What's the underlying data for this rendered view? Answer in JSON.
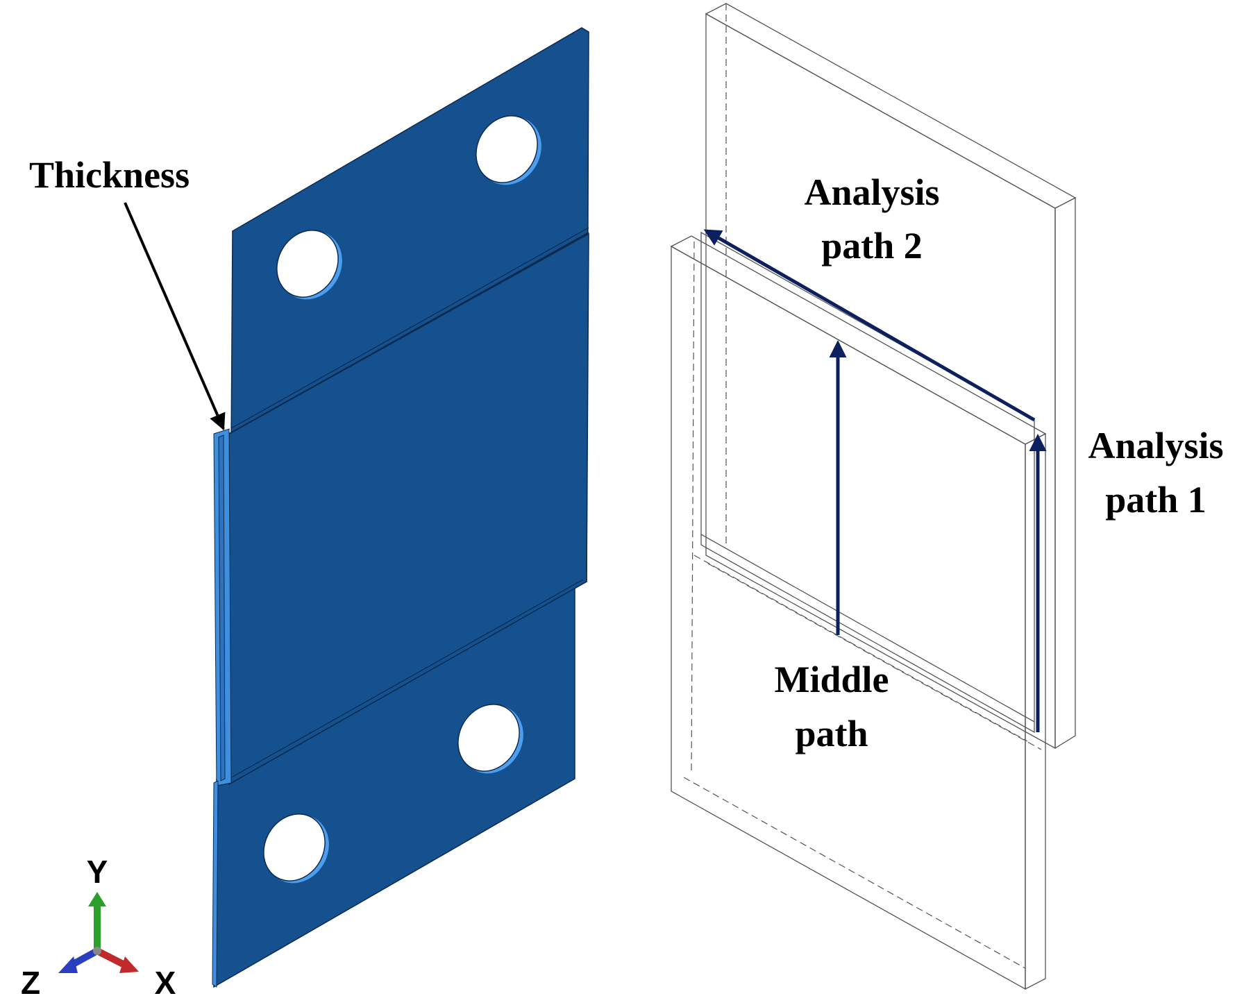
{
  "labels": {
    "thickness": "Thickness",
    "analysis_path_2_line1": "Analysis",
    "analysis_path_2_line2": "path 2",
    "analysis_path_1_line1": "Analysis",
    "analysis_path_1_line2": "path 1",
    "middle_path_line1": "Middle",
    "middle_path_line2": "path"
  },
  "axes": {
    "y": "Y",
    "x": "X",
    "z": "Z",
    "colors": {
      "y": "#2aa02a",
      "x": "#c02a2a",
      "z": "#2a3fc0"
    }
  },
  "colors": {
    "plate": "#15508f",
    "plate_edge": "#3f8fe0",
    "arrow": "#0c1f5e"
  }
}
